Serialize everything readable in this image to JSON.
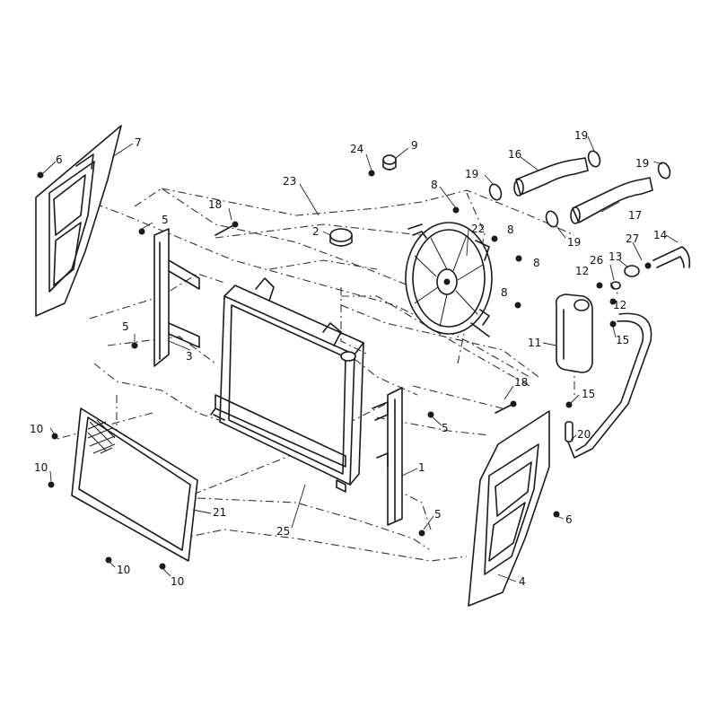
{
  "diagram": {
    "callouts": [
      {
        "id": "c6a",
        "label": "6"
      },
      {
        "id": "c7",
        "label": "7"
      },
      {
        "id": "c24",
        "label": "24"
      },
      {
        "id": "c9",
        "label": "9"
      },
      {
        "id": "c16",
        "label": "16"
      },
      {
        "id": "c19a",
        "label": "19"
      },
      {
        "id": "c19b",
        "label": "19"
      },
      {
        "id": "c19c",
        "label": "19"
      },
      {
        "id": "c19d",
        "label": "19"
      },
      {
        "id": "c23",
        "label": "23"
      },
      {
        "id": "c8a",
        "label": "8"
      },
      {
        "id": "c8b",
        "label": "8"
      },
      {
        "id": "c8c",
        "label": "8"
      },
      {
        "id": "c8d",
        "label": "8"
      },
      {
        "id": "c22",
        "label": "22"
      },
      {
        "id": "c17",
        "label": "17"
      },
      {
        "id": "c18a",
        "label": "18"
      },
      {
        "id": "c5a",
        "label": "5"
      },
      {
        "id": "c2",
        "label": "2"
      },
      {
        "id": "c14",
        "label": "14"
      },
      {
        "id": "c27",
        "label": "27"
      },
      {
        "id": "c13",
        "label": "13"
      },
      {
        "id": "c26",
        "label": "26"
      },
      {
        "id": "c12a",
        "label": "12"
      },
      {
        "id": "c12b",
        "label": "12"
      },
      {
        "id": "c5b",
        "label": "5"
      },
      {
        "id": "c3",
        "label": "3"
      },
      {
        "id": "c11",
        "label": "11"
      },
      {
        "id": "c15a",
        "label": "15"
      },
      {
        "id": "c18b",
        "label": "18"
      },
      {
        "id": "c15b",
        "label": "15"
      },
      {
        "id": "c10a",
        "label": "10"
      },
      {
        "id": "c5c",
        "label": "5"
      },
      {
        "id": "c20",
        "label": "20"
      },
      {
        "id": "c10b",
        "label": "10"
      },
      {
        "id": "c1",
        "label": "1"
      },
      {
        "id": "c21",
        "label": "21"
      },
      {
        "id": "c25",
        "label": "25"
      },
      {
        "id": "c5d",
        "label": "5"
      },
      {
        "id": "c6b",
        "label": "6"
      },
      {
        "id": "c10c",
        "label": "10"
      },
      {
        "id": "c10d",
        "label": "10"
      },
      {
        "id": "c4",
        "label": "4"
      }
    ]
  }
}
